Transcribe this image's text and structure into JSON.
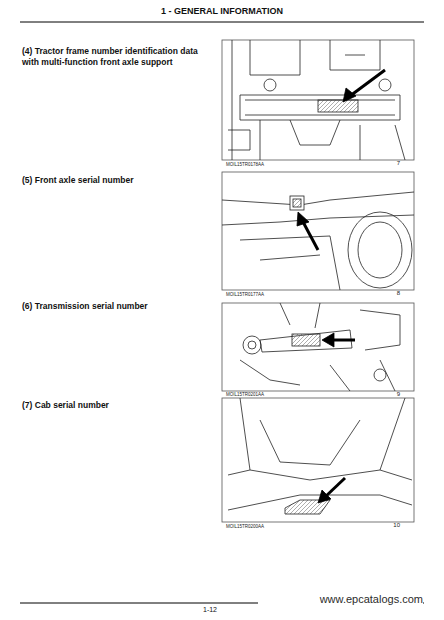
{
  "diagram": {
    "title": "1 - GENERAL INFORMATION",
    "labels": [
      "(4) Tractor frame number identification data with multi-function front axle support",
      "MOIL15TR0178AA",
      "7",
      "(5) Front axle serial number",
      "MOIL15TR0177AA",
      "8",
      "(6) Transmission serial number",
      "MOIL15TR0201AA",
      "9",
      "(7) Cab serial number",
      "MOIL15TR0200AA",
      "10",
      "1-12",
      "www.epcatalogs.com"
    ]
  }
}
